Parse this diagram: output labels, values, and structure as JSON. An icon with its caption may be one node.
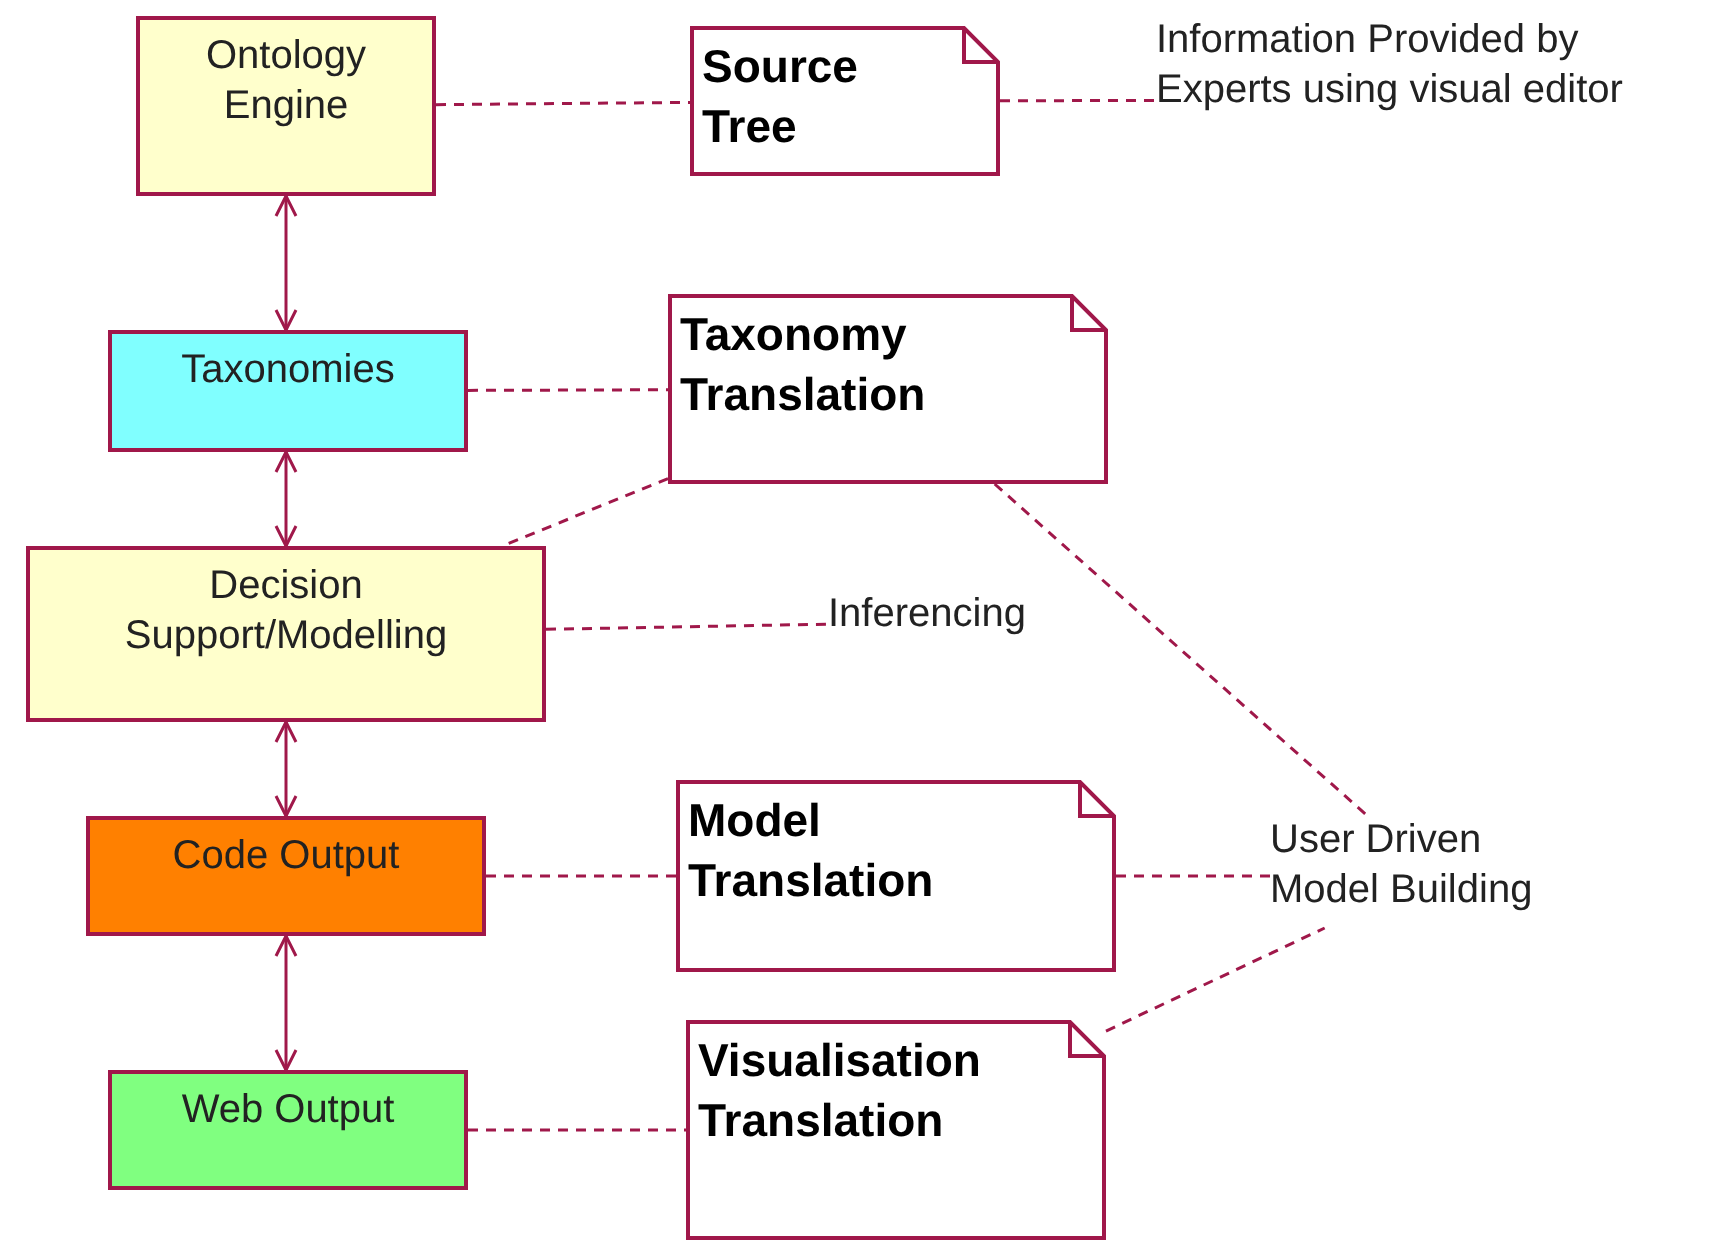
{
  "diagram": {
    "nodes": [
      {
        "text": [
          "Ontology Engine"
        ]
      },
      {
        "text": [
          "Source Tree"
        ]
      },
      {
        "text": [
          "Information Provided by Experts using visual editor"
        ]
      },
      {
        "text": [
          "Taxonomies"
        ]
      },
      {
        "text": [
          "Taxonomy Translation"
        ]
      },
      {
        "text": [
          "Decision Support/Modelling"
        ]
      },
      {
        "text": [
          "Inferencing"
        ]
      },
      {
        "text": [
          "Code Output"
        ]
      },
      {
        "text": [
          "Model Translation"
        ]
      },
      {
        "text": [
          "User Driven Model Building"
        ]
      },
      {
        "text": [
          "Web Output"
        ]
      },
      {
        "text": [
          "Visualisation Translation"
        ]
      }
    ],
    "edges": [
      {
        "from": 0,
        "to": 3,
        "arrow": "both"
      },
      {
        "from": 3,
        "to": 5,
        "arrow": "both"
      },
      {
        "from": 5,
        "to": 7,
        "arrow": "both"
      },
      {
        "from": 7,
        "to": 10,
        "arrow": "both"
      },
      {
        "from": 0,
        "to": 1,
        "arrow": "none",
        "style": "dashed"
      },
      {
        "from": 1,
        "to": 2,
        "arrow": "none",
        "style": "dashed"
      },
      {
        "from": 3,
        "to": 4,
        "arrow": "none",
        "style": "dashed"
      },
      {
        "from": 4,
        "to": 5,
        "arrow": "none",
        "style": "dashed"
      },
      {
        "from": 5,
        "to": 6,
        "arrow": "none",
        "style": "dashed"
      },
      {
        "from": 4,
        "to": 9,
        "arrow": "none",
        "style": "dashed"
      },
      {
        "from": 7,
        "to": 8,
        "arrow": "none",
        "style": "dashed"
      },
      {
        "from": 8,
        "to": 9,
        "arrow": "none",
        "style": "dashed"
      },
      {
        "from": 11,
        "to": 9,
        "arrow": "none",
        "style": "dashed"
      },
      {
        "from": 10,
        "to": 11,
        "arrow": "none",
        "style": "dashed"
      }
    ]
  }
}
